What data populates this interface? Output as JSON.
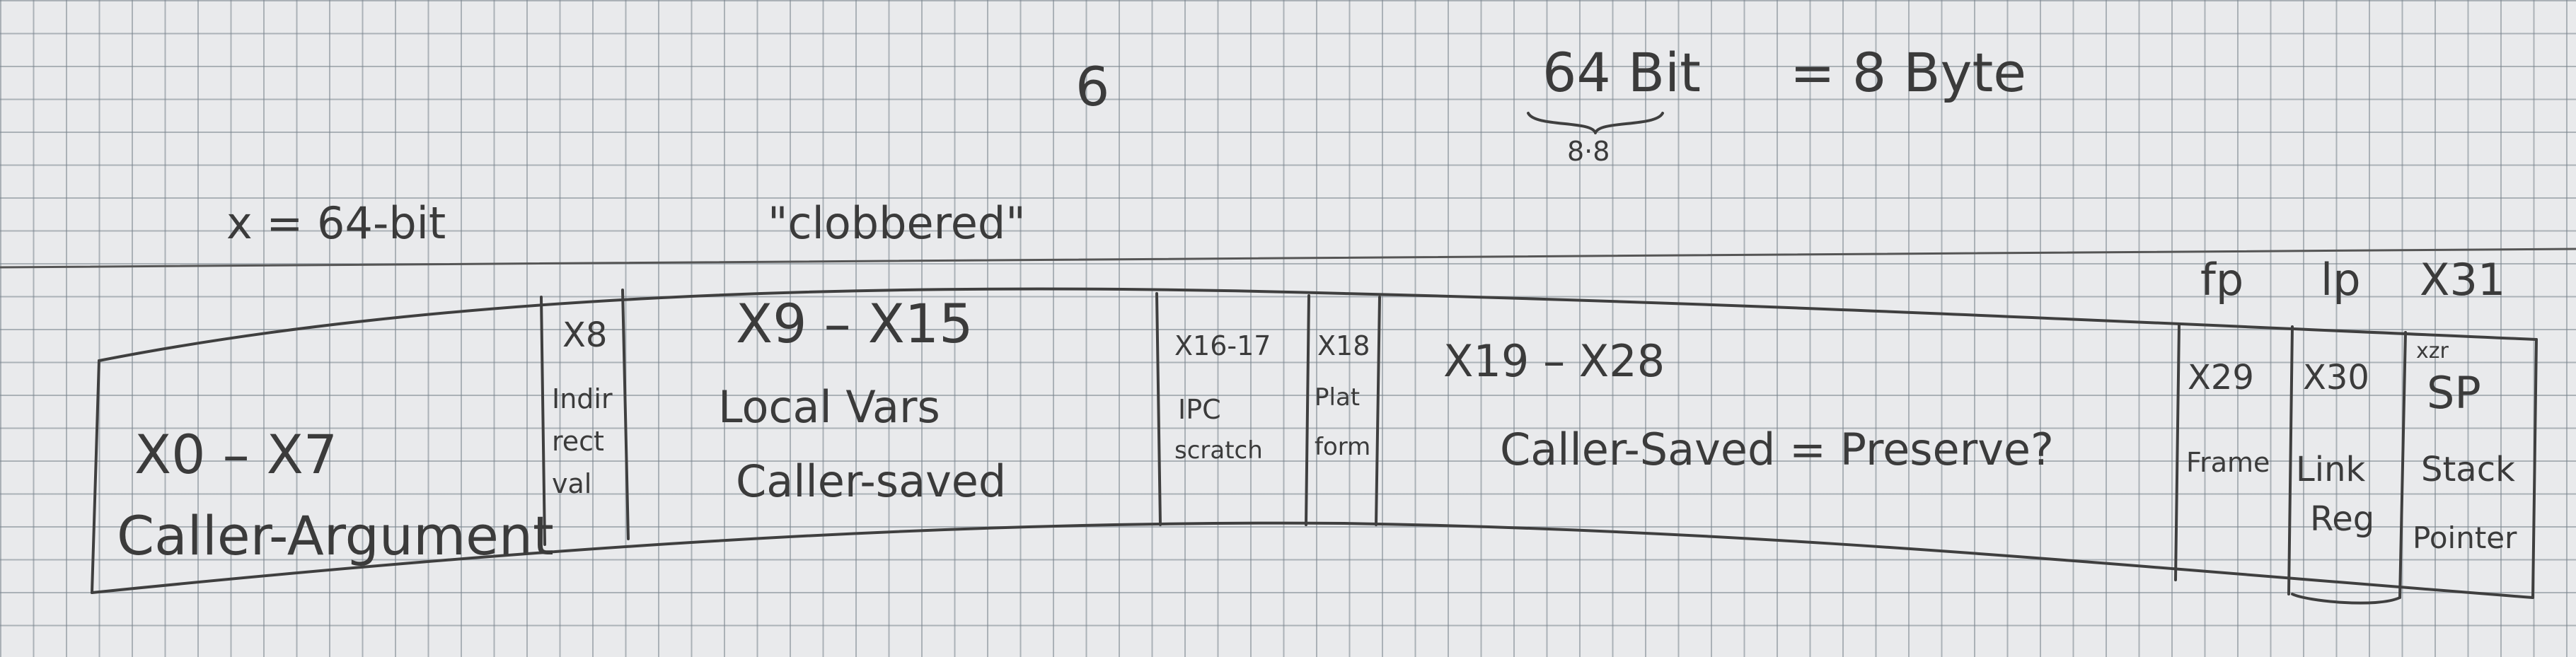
{
  "header": {
    "number": "6",
    "bits": "64 Bit",
    "equals_bytes": "= 8 Byte",
    "brace_note": "8·8"
  },
  "notes": {
    "x_def": "x = 64-bit",
    "clobbered": "\"clobbered\""
  },
  "top_labels": {
    "fp": "fp",
    "lp": "lp",
    "x31": "X31"
  },
  "cells": {
    "x0_x7": {
      "range": "X0 – X7",
      "desc": "Caller-Argument"
    },
    "x8": {
      "range": "X8",
      "line1": "Indir",
      "line2": "rect",
      "line3": "val"
    },
    "x9_x15": {
      "range": "X9 – X15",
      "line1": "Local Vars",
      "line2": "Caller-saved"
    },
    "x16_17": {
      "range": "X16-17",
      "line1": "IPC",
      "line2": "scratch"
    },
    "x18": {
      "range": "X18",
      "line1": "Plat",
      "line2": "form"
    },
    "x19_x28": {
      "range": "X19 – X28",
      "desc": "Caller-Saved = Preserve?"
    },
    "x29": {
      "range": "X29",
      "desc": "Frame"
    },
    "x30": {
      "range": "X30",
      "line1": "Link",
      "line2": "Reg"
    },
    "sp": {
      "range": "xzr",
      "line1": "SP",
      "line2": "Stack",
      "line3": "Pointer"
    }
  }
}
